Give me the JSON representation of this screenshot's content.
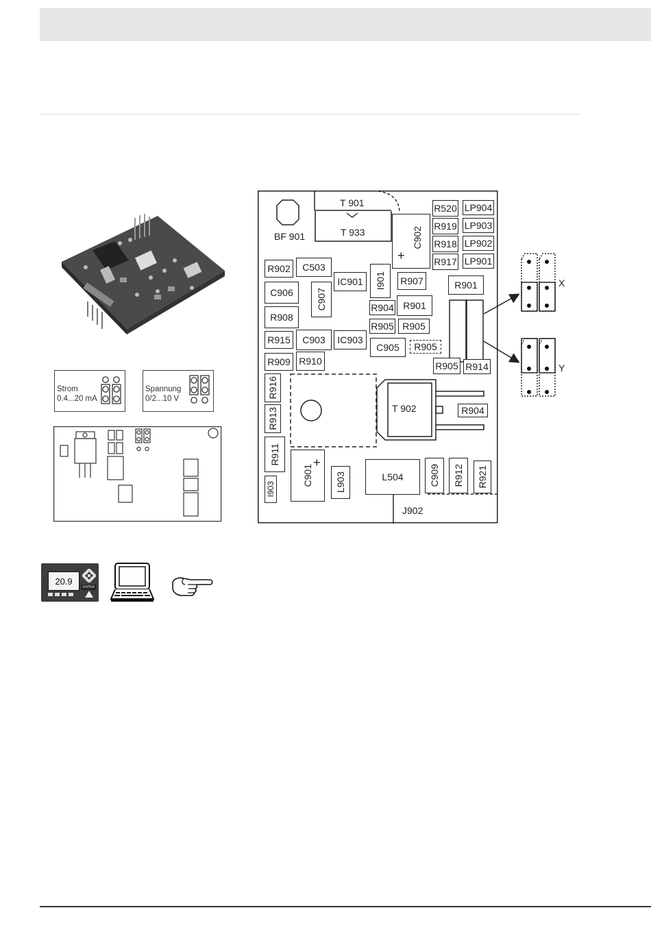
{
  "board_labels": {
    "t901": "T  901",
    "t933": "T  933",
    "bf901": "BF 901",
    "r520": "R520",
    "r919": "R919",
    "r918": "R918",
    "r917": "R917",
    "lp904": "LP904",
    "lp903": "LP903",
    "lp902": "LP902",
    "lp901": "LP901",
    "c902": "C902",
    "plus": "+",
    "r902": "R902",
    "c503": "C503",
    "ic901": "IC901",
    "i901": "I901",
    "r907": "R907",
    "r901a": "R901",
    "c906": "C906",
    "c907": "C907",
    "r904a": "R904",
    "r901b": "R901",
    "r908": "R908",
    "r905a": "R905",
    "r905b": "R905",
    "r915": "R915",
    "c903": "C903",
    "ic903": "IC903",
    "c905": "C905",
    "r905c": "R905",
    "r909": "R909",
    "r910": "R910",
    "r905d": "R905",
    "r914": "R914",
    "r916": "R916",
    "r913": "R913",
    "t902": "T  902",
    "r904b": "R904",
    "r911": "R911",
    "c901": "C901",
    "plus2": "+",
    "l903": "L903",
    "l504": "L504",
    "c909": "C909",
    "r912": "R912",
    "r921": "R921",
    "i903": "I903",
    "j902": "J902",
    "x": "X",
    "y": "Y"
  },
  "jumper_labels": {
    "strom_title": "Strom",
    "strom_range": "0.4...20 mA",
    "spannung_title": "Spannung",
    "spannung_range": "0/2...10 V"
  },
  "icons": {
    "display_value": "20.9",
    "enter_label": "ENTER"
  }
}
